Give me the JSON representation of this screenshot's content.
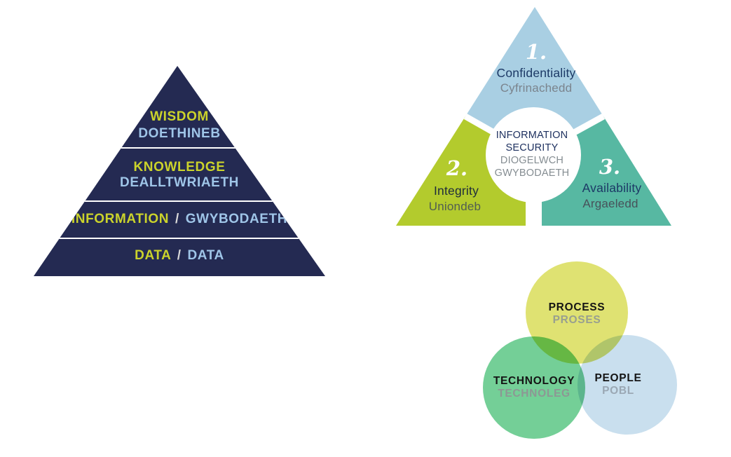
{
  "page": {
    "background_color": "#ffffff",
    "description_colors": {
      "pyramid_fill": "#242a52",
      "pyramid_english_text": "#cbd32b",
      "pyramid_welsh_text": "#9fc5e8",
      "cia_blue": "#a9cfe3",
      "cia_green": "#b3cb2d",
      "cia_teal": "#57b8a2",
      "venn_yellow": "#dfe272",
      "venn_green": "#74cf97",
      "venn_blue": "#c9dfee"
    }
  },
  "pyramid": {
    "levels": [
      {
        "english": "WISDOM",
        "welsh": "DOETHINEB"
      },
      {
        "english": "KNOWLEDGE",
        "welsh": "DEALLTWRIAETH"
      },
      {
        "english": "INFORMATION",
        "separator": "/",
        "welsh": "GWYBODAETH"
      },
      {
        "english": "DATA",
        "separator": "/",
        "welsh": "DATA"
      }
    ]
  },
  "cia_triangle": {
    "sections": [
      {
        "number": "1.",
        "label": "Confidentiality",
        "welsh": "Cyfrinachedd",
        "color": "#a9cfe3"
      },
      {
        "number": "2.",
        "label": "Integrity",
        "welsh": "Uniondeb",
        "color": "#b3cb2d"
      },
      {
        "number": "3.",
        "label": "Availability",
        "welsh": "Argaeledd",
        "color": "#57b8a2"
      }
    ],
    "center": {
      "line1": "INFORMATION",
      "line2": "SECURITY",
      "line3": "DIOGELWCH",
      "line4": "GWYBODAETH"
    }
  },
  "venn": {
    "circles": [
      {
        "label": "PROCESS",
        "welsh": "PROSES",
        "color": "#dfe272"
      },
      {
        "label": "TECHNOLOGY",
        "welsh": "TECHNOLEG",
        "color": "#74cf97"
      },
      {
        "label": "PEOPLE",
        "welsh": "POBL",
        "color": "#c9dfee"
      }
    ]
  }
}
